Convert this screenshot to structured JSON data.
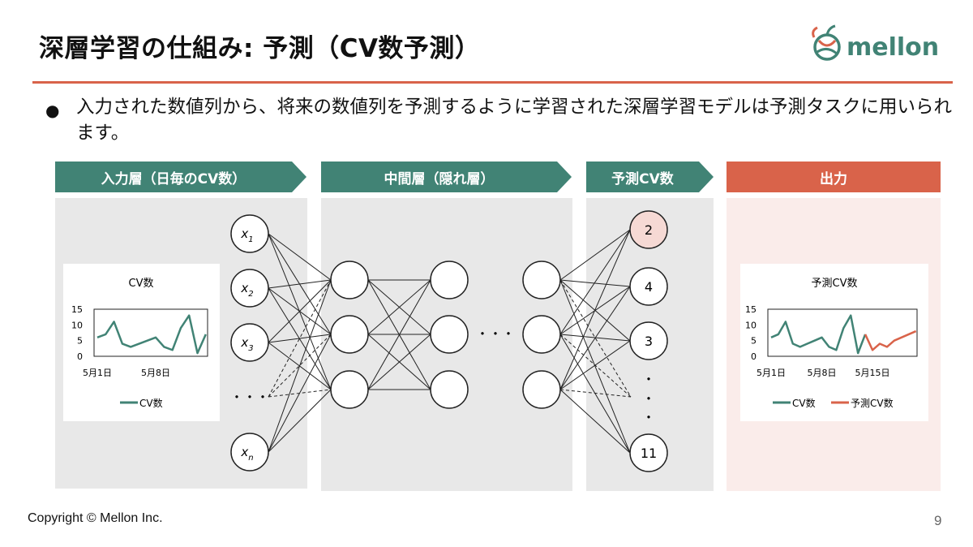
{
  "slide": {
    "title": "深層学習の仕組み: 予測（CV数予測）",
    "bullet": "入力された数値列から、将来の数値列を予測するように学習された深層学習モデルは予測タスクに用いられます。",
    "footer": "Copyright © Mellon Inc.",
    "page_number": "9",
    "logo_text": "mellon"
  },
  "colors": {
    "teal": "#418375",
    "orange": "#d9634a",
    "panel_gray": "#e8e8e8",
    "output_bg": "#faecea",
    "highlight_node": "#f6d9d4"
  },
  "sections": [
    {
      "label": "入力層（日毎のCV数）"
    },
    {
      "label": "中間層（隠れ層）"
    },
    {
      "label": "予測CV数"
    },
    {
      "label": "出力"
    }
  ],
  "input_nodes": [
    {
      "label": "x",
      "sub": "1"
    },
    {
      "label": "x",
      "sub": "2"
    },
    {
      "label": "x",
      "sub": "3"
    },
    {
      "label": "x",
      "sub": "n"
    }
  ],
  "ellipsis": "・・・",
  "output_nodes": [
    "2",
    "4",
    "3",
    "11"
  ],
  "chart_data": [
    {
      "type": "line",
      "title": "CV数",
      "xticks": [
        "5月1日",
        "5月8日"
      ],
      "yticks": [
        "15",
        "10",
        "5",
        "0"
      ],
      "ylim": [
        0,
        15
      ],
      "series": [
        {
          "name": "CV数",
          "values": [
            6,
            7,
            11,
            4,
            3,
            4,
            5,
            6,
            3,
            2,
            9,
            13,
            1,
            7
          ]
        }
      ]
    },
    {
      "type": "line",
      "title": "予測CV数",
      "xticks": [
        "5月1日",
        "5月8日",
        "5月15日"
      ],
      "yticks": [
        "15",
        "10",
        "5",
        "0"
      ],
      "ylim": [
        0,
        15
      ],
      "series": [
        {
          "name": "CV数",
          "values": [
            6,
            7,
            11,
            4,
            3,
            4,
            5,
            6,
            3,
            2,
            9,
            13,
            1,
            7
          ]
        },
        {
          "name": "予測CV数",
          "values": [
            7,
            2,
            4,
            3,
            5,
            6,
            7,
            8
          ]
        }
      ]
    }
  ]
}
